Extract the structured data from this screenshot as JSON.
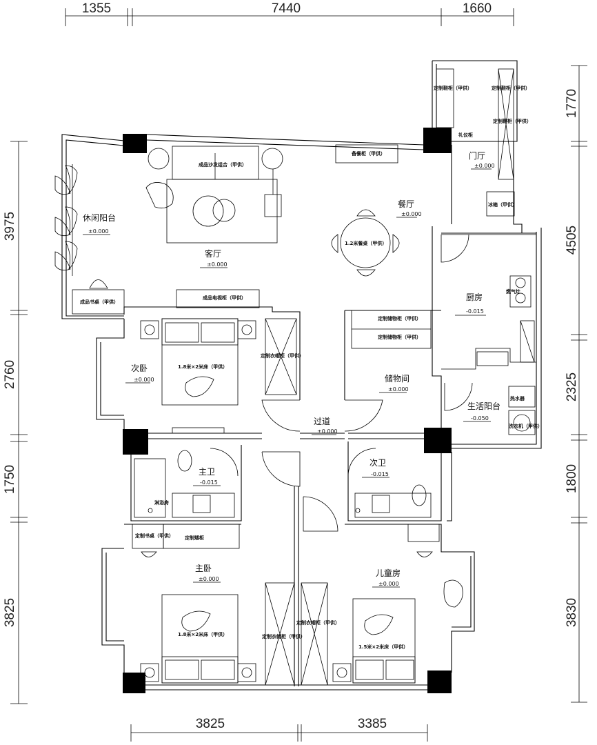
{
  "dimensions": {
    "top": [
      "1355",
      "7440",
      "1660"
    ],
    "left": [
      "3975",
      "2760",
      "1750",
      "3825"
    ],
    "right": [
      "1770",
      "4505",
      "2325",
      "1800",
      "3830"
    ],
    "bottom": [
      "3825",
      "3385"
    ]
  },
  "rooms": {
    "leisure_balcony": {
      "name": "休闲阳台",
      "level": "±0.000"
    },
    "living_room": {
      "name": "客厅",
      "level": "±0.000"
    },
    "dining_room": {
      "name": "餐厅",
      "level": "±0.000"
    },
    "foyer": {
      "name": "门厅",
      "level": "±0.000"
    },
    "kitchen": {
      "name": "厨房",
      "level": "-0.015"
    },
    "second_bedroom": {
      "name": "次卧",
      "level": "±0.000"
    },
    "storage_room": {
      "name": "储物间",
      "level": "±0.000"
    },
    "utility_balcony": {
      "name": "生活阳台",
      "level": "-0.050"
    },
    "corridor": {
      "name": "过道",
      "level": "±0.000"
    },
    "master_bath": {
      "name": "主卫",
      "level": "-0.015"
    },
    "second_bath": {
      "name": "次卫",
      "level": "-0.015"
    },
    "master_bedroom": {
      "name": "主卧",
      "level": "±0.000"
    },
    "kids_room": {
      "name": "儿童房",
      "level": "±0.000"
    }
  },
  "furniture": {
    "sofa": "成品沙发组合（甲供）",
    "sideboard": "备餐柜（甲供）",
    "dining_table": "1.2米餐桌（甲供）",
    "shoe_cabinet": "礼仪柜",
    "fridge": "冰箱（甲供）",
    "foyer_cabinet_left": "定制鞋柜（甲供）",
    "foyer_cabinet_right_1": "定制鞋柜（甲供）",
    "foyer_cabinet_right_2": "定制鞋柜（甲供）",
    "balcony_desk": "成品书桌（甲供）",
    "tv_cabinet": "成品电视柜（甲供）",
    "second_bed": "1.8米×2米床（甲供）",
    "second_wardrobe": "定制衣帽柜（甲供）",
    "storage_cabinet_1": "定制储物柜（甲供）",
    "storage_cabinet_2": "定制储物柜（甲供）",
    "master_bed": "1.8米×2米床（甲供）",
    "master_wardrobe": "定制衣帽柜（甲供）",
    "master_desk": "定制书桌（甲供）",
    "master_cabinet": "定制矮柜",
    "shower": "淋浴房",
    "kids_wardrobe": "定制衣帽柜（甲供）",
    "kids_bed": "1.5米×2米床（甲供）",
    "water_heater": "热水器",
    "washer": "洗衣机（甲供）",
    "range": "燃气灶"
  }
}
